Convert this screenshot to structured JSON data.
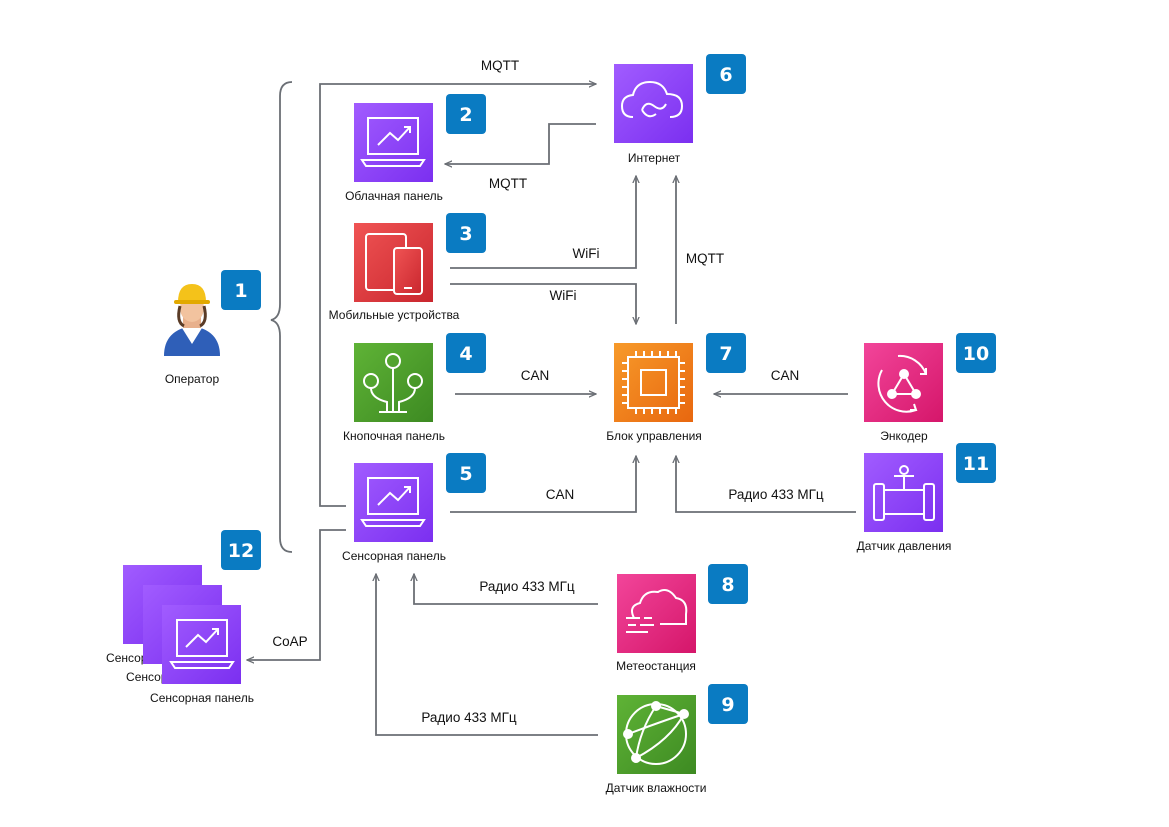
{
  "nodes": {
    "operator": {
      "label": "Оператор",
      "badge": "1"
    },
    "cloud_panel": {
      "label": "Облачная панель",
      "badge": "2"
    },
    "mobile": {
      "label": "Мобильные устройства",
      "badge": "3"
    },
    "button_panel": {
      "label": "Кнопочная панель",
      "badge": "4"
    },
    "touch_panel": {
      "label": "Сенсорная панель",
      "badge": "5"
    },
    "internet": {
      "label": "Интернет",
      "badge": "6"
    },
    "control_unit": {
      "label": "Блок управления",
      "badge": "7"
    },
    "weather": {
      "label": "Метеостанция",
      "badge": "8"
    },
    "humidity": {
      "label": "Датчик влажности",
      "badge": "9"
    },
    "encoder": {
      "label": "Энкодер",
      "badge": "10"
    },
    "pressure": {
      "label": "Датчик давления",
      "badge": "11"
    },
    "touch_group": {
      "label_back2": "Сенсорная панель",
      "label_back1": "Сенсорная панель",
      "label_front": "Сенсорная панель",
      "badge": "12"
    }
  },
  "edges": {
    "mqtt_to_internet": "MQTT",
    "mqtt_to_cloud": "MQTT",
    "wifi_to_internet": "WiFi",
    "wifi_to_control": "WiFi",
    "mqtt_control_internet": "MQTT",
    "can_button": "CAN",
    "can_encoder": "CAN",
    "can_touch": "CAN",
    "radio_pressure": "Радио 433 МГц",
    "radio_weather": "Радио 433 МГц",
    "radio_humidity": "Радио 433 МГц",
    "coap": "CoAP"
  },
  "colors": {
    "purple": "#8a3ffc",
    "red": "#e33b3b",
    "green": "#4a9a2a",
    "orange": "#f07f1a",
    "pink": "#e6237e",
    "badge": "#0a7bc2",
    "line": "#6b6f75"
  },
  "icons": {
    "cloud_panel": "laptop-chart-icon",
    "mobile": "devices-icon",
    "button_panel": "circuit-tree-icon",
    "touch_panel": "laptop-chart-icon",
    "internet": "cloud-sync-icon",
    "control_unit": "chip-icon",
    "weather": "cloud-fog-icon",
    "humidity": "globe-network-icon",
    "encoder": "rotation-nodes-icon",
    "pressure": "pipe-valve-icon",
    "operator": "worker-avatar-icon"
  }
}
